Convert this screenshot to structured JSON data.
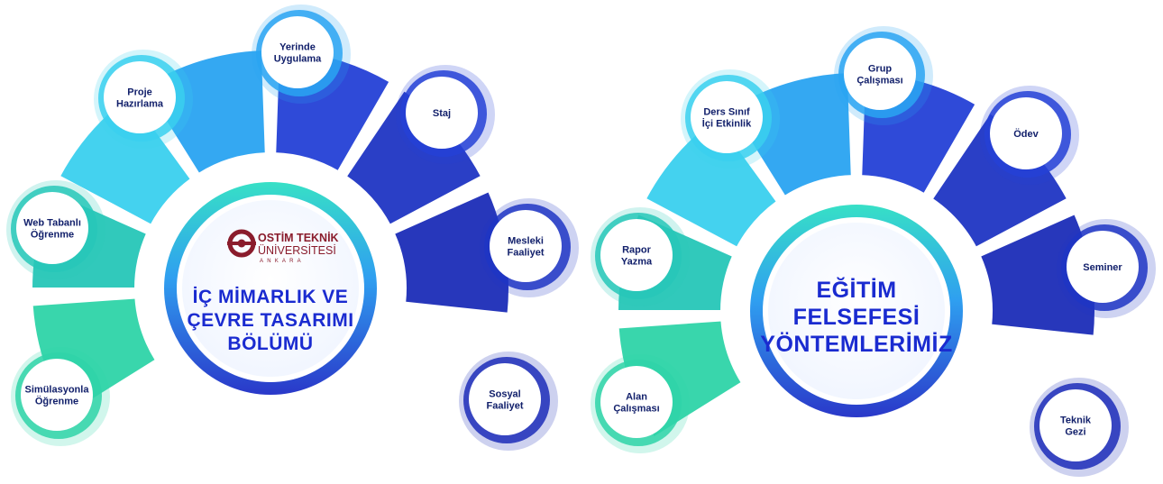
{
  "left_diagram": {
    "logo": {
      "line1": "OSTİM TEKNİK",
      "line2": "ÜNİVERSİTESİ",
      "line3": "ANKARA"
    },
    "hub_lines": [
      "İÇ MİMARLIK VE",
      "ÇEVRE TASARIMI",
      "BÖLÜMÜ"
    ],
    "nodes": [
      {
        "lines": [
          "Simülasyonla",
          "Öğrenme"
        ],
        "color": "#2fd4a8"
      },
      {
        "lines": [
          "Web Tabanlı",
          "Öğrenme"
        ],
        "color": "#27c7b8"
      },
      {
        "lines": [
          "Proje",
          "Hazırlama"
        ],
        "color": "#3ad0ef"
      },
      {
        "lines": [
          "Yerinde",
          "Uygulama"
        ],
        "color": "#2aa4f2"
      },
      {
        "lines": [
          "Staj"
        ],
        "color": "#2441d6"
      },
      {
        "lines": [
          "Mesleki",
          "Faaliyet"
        ],
        "color": "#1f35c4"
      },
      {
        "lines": [
          "Sosyal",
          "Faaliyet"
        ],
        "color": "#1c2db8"
      }
    ]
  },
  "right_diagram": {
    "hub_lines": [
      "EĞİTİM",
      "FELSEFESİ",
      "YÖNTEMLERİMİZ"
    ],
    "nodes": [
      {
        "lines": [
          "Alan",
          "Çalışması"
        ],
        "color": "#2fd4a8"
      },
      {
        "lines": [
          "Rapor",
          "Yazma"
        ],
        "color": "#27c7b8"
      },
      {
        "lines": [
          "Ders Sınıf",
          "İçi Etkinlik"
        ],
        "color": "#3ad0ef"
      },
      {
        "lines": [
          "Grup",
          "Çalışması"
        ],
        "color": "#2aa4f2"
      },
      {
        "lines": [
          "Ödev"
        ],
        "color": "#2441d6"
      },
      {
        "lines": [
          "Seminer"
        ],
        "color": "#1f35c4"
      },
      {
        "lines": [
          "Teknik",
          "Gezi"
        ],
        "color": "#1c2db8"
      }
    ]
  }
}
